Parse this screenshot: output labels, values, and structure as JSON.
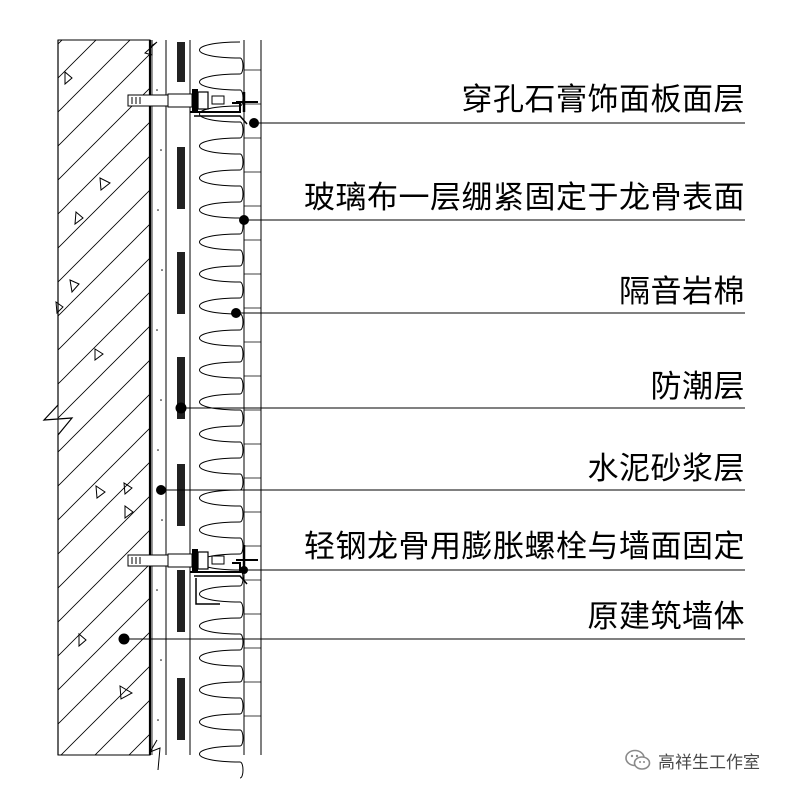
{
  "labels": [
    {
      "id": "gypsum-panel",
      "text": "穿孔石膏饰面板面层"
    },
    {
      "id": "glass-cloth",
      "text": "玻璃布一层绷紧固定于龙骨表面"
    },
    {
      "id": "rock-wool",
      "text": "隔音岩棉"
    },
    {
      "id": "moisture-layer",
      "text": "防潮层"
    },
    {
      "id": "cement-mortar",
      "text": "水泥砂浆层"
    },
    {
      "id": "steel-keel",
      "text": "轻钢龙骨用膨胀螺栓与墙面固定"
    },
    {
      "id": "original-wall",
      "text": "原建筑墙体"
    }
  ],
  "watermark": {
    "text": "高祥生工作室",
    "icon": "wechat-icon"
  }
}
